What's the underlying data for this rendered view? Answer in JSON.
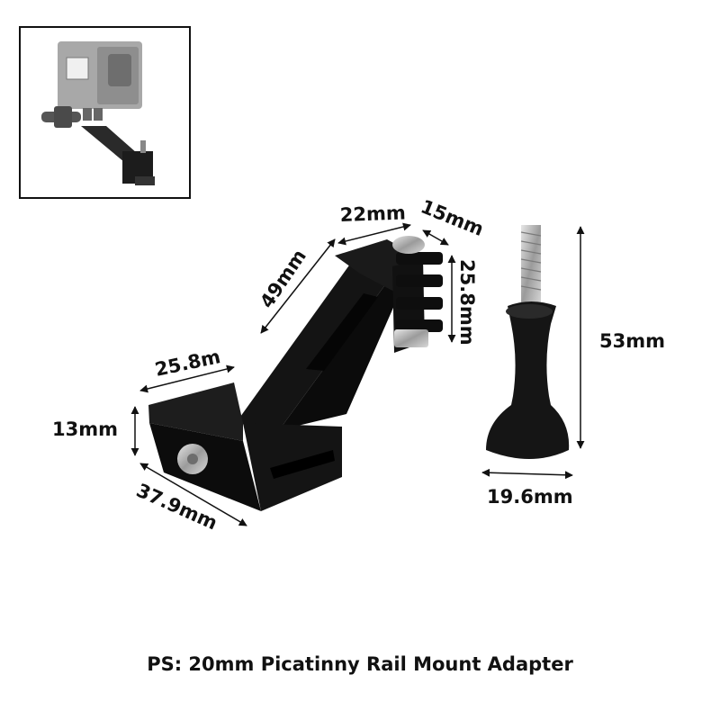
{
  "dimensions": {
    "arm_top_width": "22mm",
    "arm_top_depth": "15mm",
    "arm_length": "49mm",
    "prong_height": "25.8mm",
    "base_width": "25.8m",
    "base_height": "13mm",
    "base_length": "37.9mm",
    "screw_height": "53mm",
    "screw_knob_diameter": "19.6mm"
  },
  "caption": "PS: 20mm Picatinny Rail Mount Adapter",
  "colors": {
    "background": "#ffffff",
    "product": "#111111",
    "metal": "#b8b8b8",
    "inset_camera": "#9a9a9a",
    "text": "#111111"
  },
  "icons": {
    "inset": "camera-mounted-preview",
    "adapter": "picatinny-adapter-illustration",
    "screw": "thumb-screw-illustration"
  }
}
